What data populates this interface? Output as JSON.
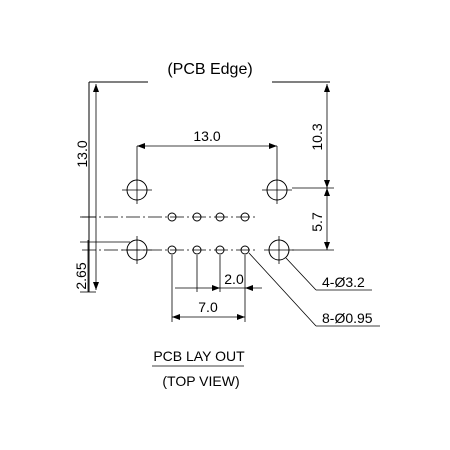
{
  "drawing": {
    "pcb_edge_label": "(PCB Edge)",
    "dimensions": {
      "mount_spacing": "13.0",
      "left_height": "13.0",
      "edge_to_mount": "10.3",
      "mount_to_pins": "5.7",
      "bottom_offset": "2.65",
      "pin_pitch": "2.0",
      "pin_span": "7.0"
    },
    "callouts": {
      "mount_holes": "4-Ø3.2",
      "pin_holes": "8-Ø0.95"
    },
    "title": "PCB LAY OUT",
    "subtitle": "(TOP VIEW)"
  }
}
